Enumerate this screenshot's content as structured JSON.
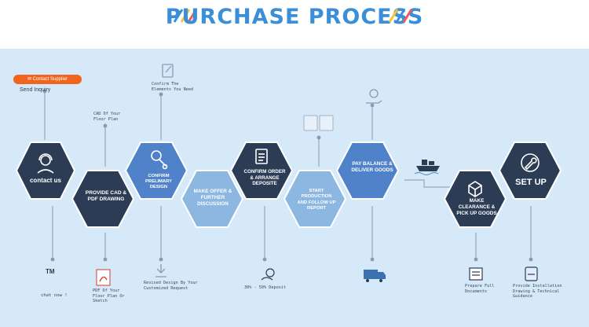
{
  "title": "PURCHASE PROCESS",
  "contact_button": "Contact Supplier",
  "send_inquiry": "Send Inquiry",
  "steps": {
    "contact": "contact us",
    "cad": "PROVIDE CAD & PDF DRAWING",
    "confirm_design": "CONFIRM PRELIMARY DESIGN",
    "offer": "MAKE OFFER & FURTHER DISCUSSION",
    "confirm_order": "CONFIRM ORDER & ARRANGE DEPOSITE",
    "production": "START PRODUCTION AND FOLLOW UP REPORT",
    "pay": "PAY BALANCE & DELIVER GOODS",
    "clearance": "MAKE CLEARANCE & PICK UP GOODS",
    "setup": "SET UP"
  },
  "notes": {
    "cad_floor": "CAD Of Your Floor Plan",
    "confirm_elements": "Confirm The Elements You Need",
    "tm": "TM",
    "chat": "chat now !",
    "pdf": "PDF Of Your Floor Plan Or Sketch",
    "revised": "Revised Design By Your Customized Request",
    "deposit": "30% - 50% Deposit",
    "documents": "Prepare Full Documents",
    "installation": "Provide Installation Drawing & Technical Guidance"
  },
  "colors": {
    "title": "#3a8fd8",
    "panel": "#d5e9f8",
    "dark": "#2b3c54",
    "blue": "#4f82c9",
    "light": "#8cb7e0",
    "orange": "#f0641e"
  }
}
